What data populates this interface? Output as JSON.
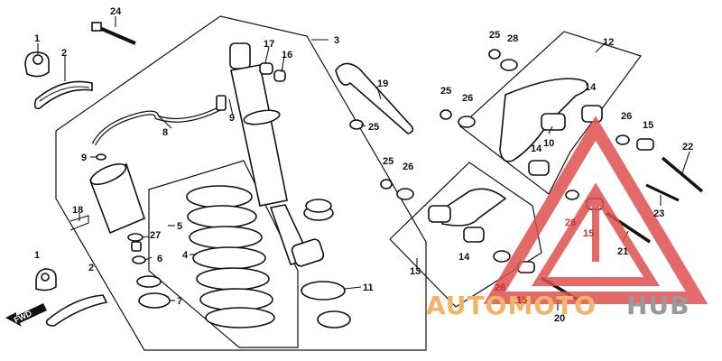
{
  "callouts": {
    "c1a": "1",
    "c1b": "1",
    "c2a": "2",
    "c2b": "2",
    "c3": "3",
    "c4": "4",
    "c5": "5",
    "c6": "6",
    "c7": "7",
    "c8": "8",
    "c9a": "9",
    "c9b": "9",
    "c10": "10",
    "c11": "11",
    "c12": "12",
    "c13": "13",
    "c14a": "14",
    "c14b": "14",
    "c14c": "14",
    "c15a": "15",
    "c15b": "15",
    "c15c": "15",
    "c16": "16",
    "c17": "17",
    "c18": "18",
    "c19": "19",
    "c20": "20",
    "c21": "21",
    "c22": "22",
    "c23": "23",
    "c24": "24",
    "c25a": "25",
    "c25b": "25",
    "c25c": "25",
    "c25d": "25",
    "c26a": "26",
    "c26b": "26",
    "c26c": "26",
    "c26d": "26",
    "c26e": "26",
    "c27": "27",
    "c28": "28"
  },
  "fwd": "FWD",
  "watermark": {
    "auto": "AUTOMOTO",
    "hub": "HUB",
    "color_main": "#f2b46a",
    "color_hub": "#9a9a9a",
    "triangle_color": "#e05050"
  }
}
